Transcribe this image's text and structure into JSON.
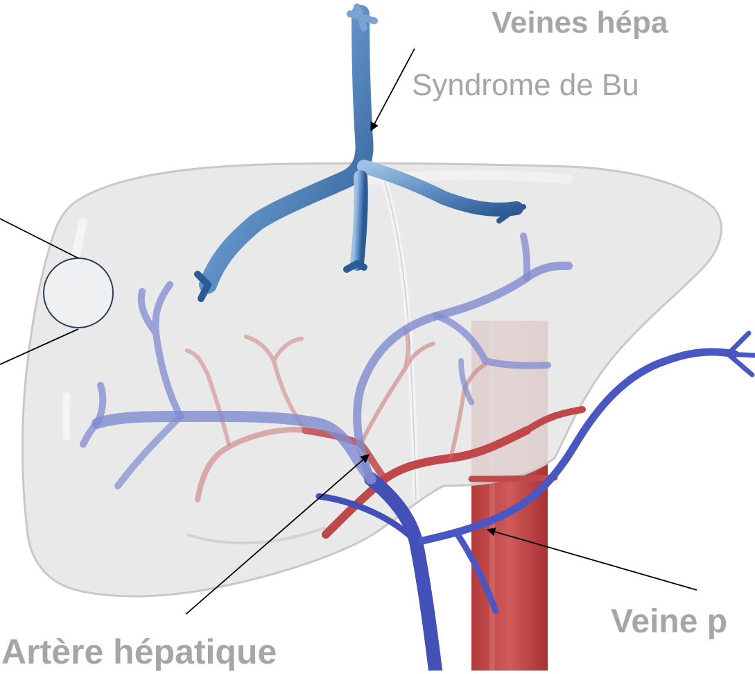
{
  "labels": {
    "hepatic_veins_title": "Veines hépa",
    "hepatic_veins_subtitle": "Syndrome de Bu",
    "hepatic_artery": "Artère hépatique",
    "portal_vein": "Veine p"
  },
  "colors": {
    "liver_fill": "#e6e6e6",
    "liver_stroke": "#c8c8c8",
    "hepatic_vein": "#4a78b0",
    "portal_vein": "#4250b8",
    "artery": "#c0474a",
    "aorta": "#c24b4b",
    "label_text": "#a6a6a6",
    "pointer": "#000000",
    "circle_stroke": "#2d3e5c"
  }
}
